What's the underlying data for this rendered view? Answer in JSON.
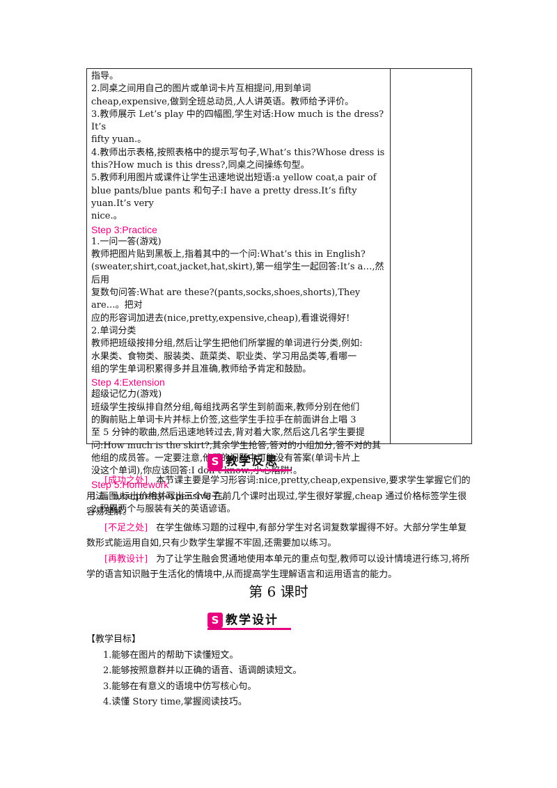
{
  "table_lines": [
    {
      "text": "指导。",
      "type": "text"
    },
    {
      "text": "2.同桌之间用自己的图片或单词卡片互相提问,用到单词",
      "type": "text"
    },
    {
      "text": "cheap,expensive,做到全班总动员,人人讲英语。教师给予评价。",
      "type": "text"
    },
    {
      "text": "3.教师展示 Let’s play 中的四幅图,学生对话:How much is the dress?It’s",
      "type": "text"
    },
    {
      "text": "fifty yuan.。",
      "type": "text"
    },
    {
      "text": "4.教师出示表格,按照表格中的提示写句子,What’s this?Whose dress is",
      "type": "text"
    },
    {
      "text": "this?How much is this dress?,同桌之间操练句型。",
      "type": "text"
    },
    {
      "text": "5.教师利用图片或课件让学生迅速地说出短语:a yellow coat,a pair of",
      "type": "text"
    },
    {
      "text": "blue pants/blue pants 和句子:I have a pretty dress.It’s fifty yuan.It’s very",
      "type": "text"
    },
    {
      "text": "nice.。",
      "type": "text"
    },
    {
      "text": "Step 3:Practice",
      "type": "step"
    },
    {
      "text": "1.一问一答(游戏)",
      "type": "text"
    },
    {
      "text": "教师把图片贴到黑板上,指着其中的一个问:What’s this in English?",
      "type": "text"
    },
    {
      "text": "(sweater,shirt,coat,jacket,hat,skirt),第一组学生一起回答:It’s a…,然后用",
      "type": "text"
    },
    {
      "text": "复数句问答:What are these?(pants,socks,shoes,shorts),They are…。把对",
      "type": "text"
    },
    {
      "text": "应的形容词加进去(nice,pretty,expensive,cheap),看谁说得好!",
      "type": "text"
    },
    {
      "text": "2.单词分类",
      "type": "text"
    },
    {
      "text": "教师把班级按排分组,然后让学生把他们所掌握的单词进行分类,例如:",
      "type": "text"
    },
    {
      "text": "水果类、食物类、服装类、蔬菜类、职业类、学习用品类等,看哪一",
      "type": "text"
    },
    {
      "text": "组的学生单词积累得多并且准确,教师给予肯定和鼓励。",
      "type": "text"
    },
    {
      "text": "Step 4:Extension",
      "type": "step"
    },
    {
      "text": "超级记忆力(游戏)",
      "type": "text"
    },
    {
      "text": "班级学生按纵排自然分组,每组找两名学生到前面来,教师分别在他们",
      "type": "text"
    },
    {
      "text": "的胸前贴上单词卡片并标上价签,这些学生手拉手在前面讲台上唱 3",
      "type": "text"
    },
    {
      "text": "至 5 分钟的歌曲,然后迅速地转过去,背对着大家,然后这几名学生要提",
      "type": "text"
    },
    {
      "text": "问:How much is the skirt?,其余学生抢答,答对的小组加分,答不对的其",
      "type": "text"
    },
    {
      "text": "他组的成员答。一定要注意,他们的问题中可能没有答案(单词卡片上",
      "type": "text"
    },
    {
      "text": "没这个单词),你应该回答:I don’t know.,小心陷阱!。",
      "type": "text"
    },
    {
      "text": "Step 5:Homework",
      "type": "step"
    },
    {
      "text": "1.画图,标出价格并写出三个句子。",
      "type": "text"
    },
    {
      "text": "2.积累两个与服装有关的英语谚语。",
      "type": "text"
    }
  ],
  "banner_reflection": "教学反思",
  "banner_design": "教学设计",
  "reflection": [
    {
      "tag": "[成功之处]",
      "lines": [
        "本节课主要是学习形容词:nice,pretty,cheap,expensive,要求学生掌握它们的",
        "用法。nice,pretty,expensive 在前几个课时出现过,学生很好掌握,cheap 通过价格标签学生很",
        "容易理解。"
      ]
    },
    {
      "tag": "[不足之处]",
      "lines": [
        "在学生做练习题的过程中,有部分学生对名词复数掌握得不好。大部分学",
        "生单复数形式能运用自如,只有少数学生掌握不牢固,还需要加以练习。"
      ]
    },
    {
      "tag": "[再教设计]",
      "lines": [
        "为了让学生融会贯通地使用本单元的重点句型,教师可以设计情境进行练",
        "习,将所学的语言知识融于生活化的情境中,从而提高学生理解语言和运用语言的能力。"
      ]
    }
  ],
  "lesson_title": "第 6 课时",
  "objectives_header": "【教学目标】",
  "objectives": [
    "1.能够在图片的帮助下读懂短文。",
    "2.能够按照意群并以正确的语音、语调朗读短文。",
    "3.能够在有意义的语境中仿写核心句。",
    "4.读懂 Story time,掌握阅读技巧。"
  ],
  "colors": {
    "accent": "#e6007e",
    "text": "#111111"
  }
}
